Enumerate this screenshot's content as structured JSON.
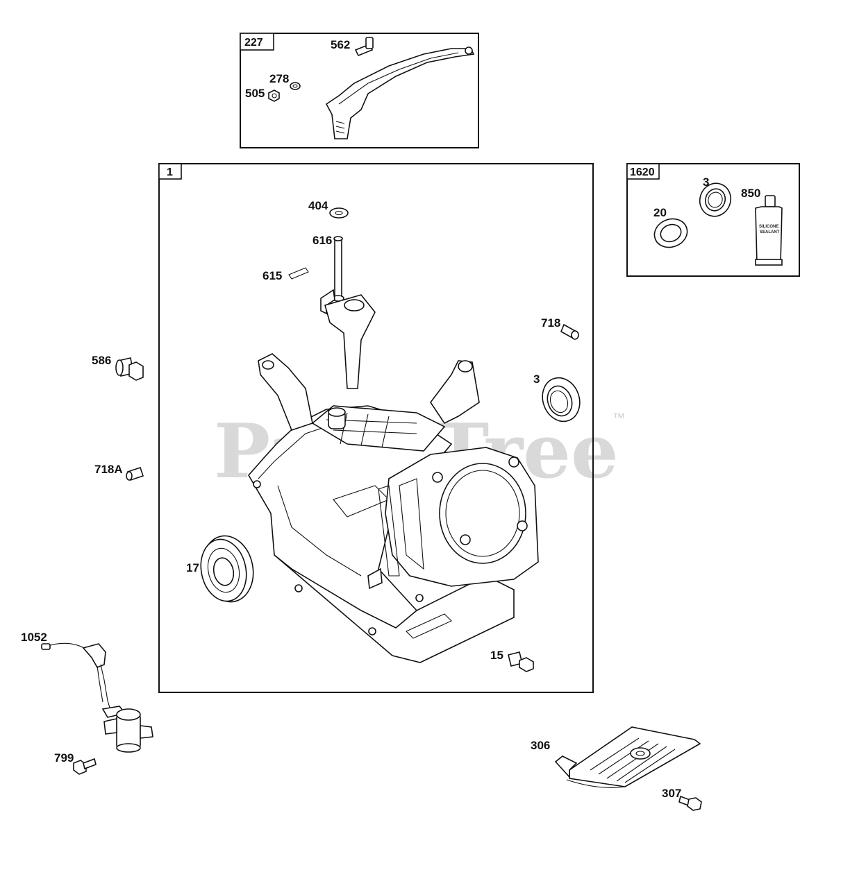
{
  "watermark": "PartsTree",
  "watermark_tm": "™",
  "boxes": {
    "box_227": "227",
    "box_1": "1",
    "box_1620": "1620"
  },
  "callouts": {
    "c562": "562",
    "c278": "278",
    "c505": "505",
    "c404": "404",
    "c616": "616",
    "c615": "615",
    "c718": "718",
    "c3_engine": "3",
    "c586": "586",
    "c718a": "718A",
    "c17": "17",
    "c15": "15",
    "c1052": "1052",
    "c799": "799",
    "c306": "306",
    "c307": "307",
    "c3_kit": "3",
    "c20": "20",
    "c850": "850"
  },
  "tube_label": {
    "line1": "SILICONE",
    "line2": "SEALANT"
  }
}
